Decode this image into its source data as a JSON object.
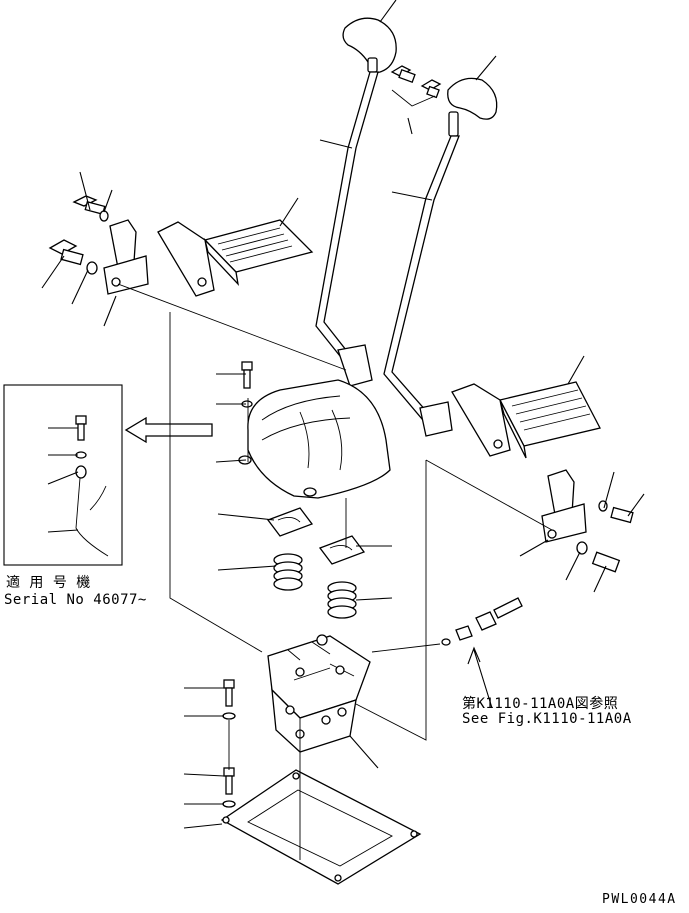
{
  "note_serial": {
    "line1": "適 用 号 機",
    "line2": "Serial No 46077~"
  },
  "note_reference": {
    "line1": "第K1110-11A0A図参照",
    "line2": "See Fig.K1110-11A0A"
  },
  "drawing_code": "PWL0044A"
}
